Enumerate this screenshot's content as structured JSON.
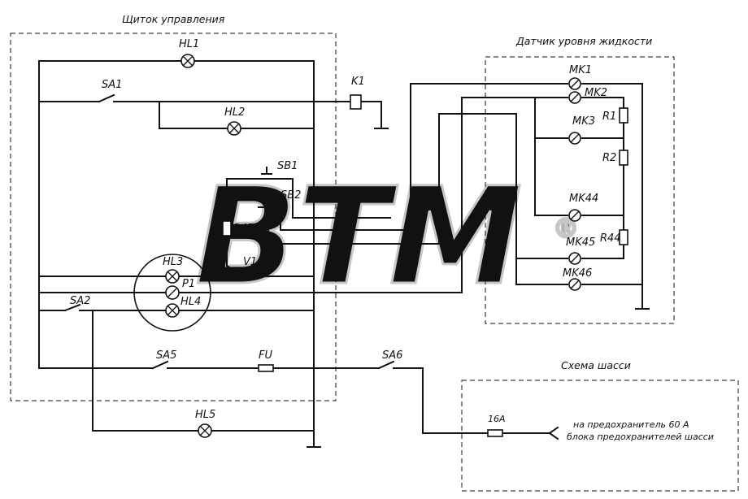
{
  "blocks": {
    "panel": "Щиток управления",
    "sensor": "Датчик уровня жидкости",
    "chassis": "Схема шасси"
  },
  "components": {
    "hl1": "HL1",
    "hl2": "HL2",
    "hl3": "HL3",
    "hl4": "HL4",
    "hl5": "HL5",
    "sa1": "SA1",
    "sa2": "SA2",
    "sa5": "SA5",
    "sa6": "SA6",
    "k1": "K1",
    "sb1": "SB1",
    "sb2": "SB2",
    "r47": "R47",
    "v1": "V1",
    "p1": "P1",
    "fu": "FU",
    "mk1": "MK1",
    "mk2": "MK2",
    "mk3": "MK3",
    "mk44": "MK44",
    "mk45": "MK45",
    "mk46": "MK46",
    "r1": "R1",
    "r2": "R2",
    "r44": "R44",
    "fuse16": "16A"
  },
  "note": {
    "line1": "на предохранитель 60 А",
    "line2": "блока предохранителей шасси"
  },
  "watermark": {
    "text": "BTM",
    "mark": "®"
  }
}
